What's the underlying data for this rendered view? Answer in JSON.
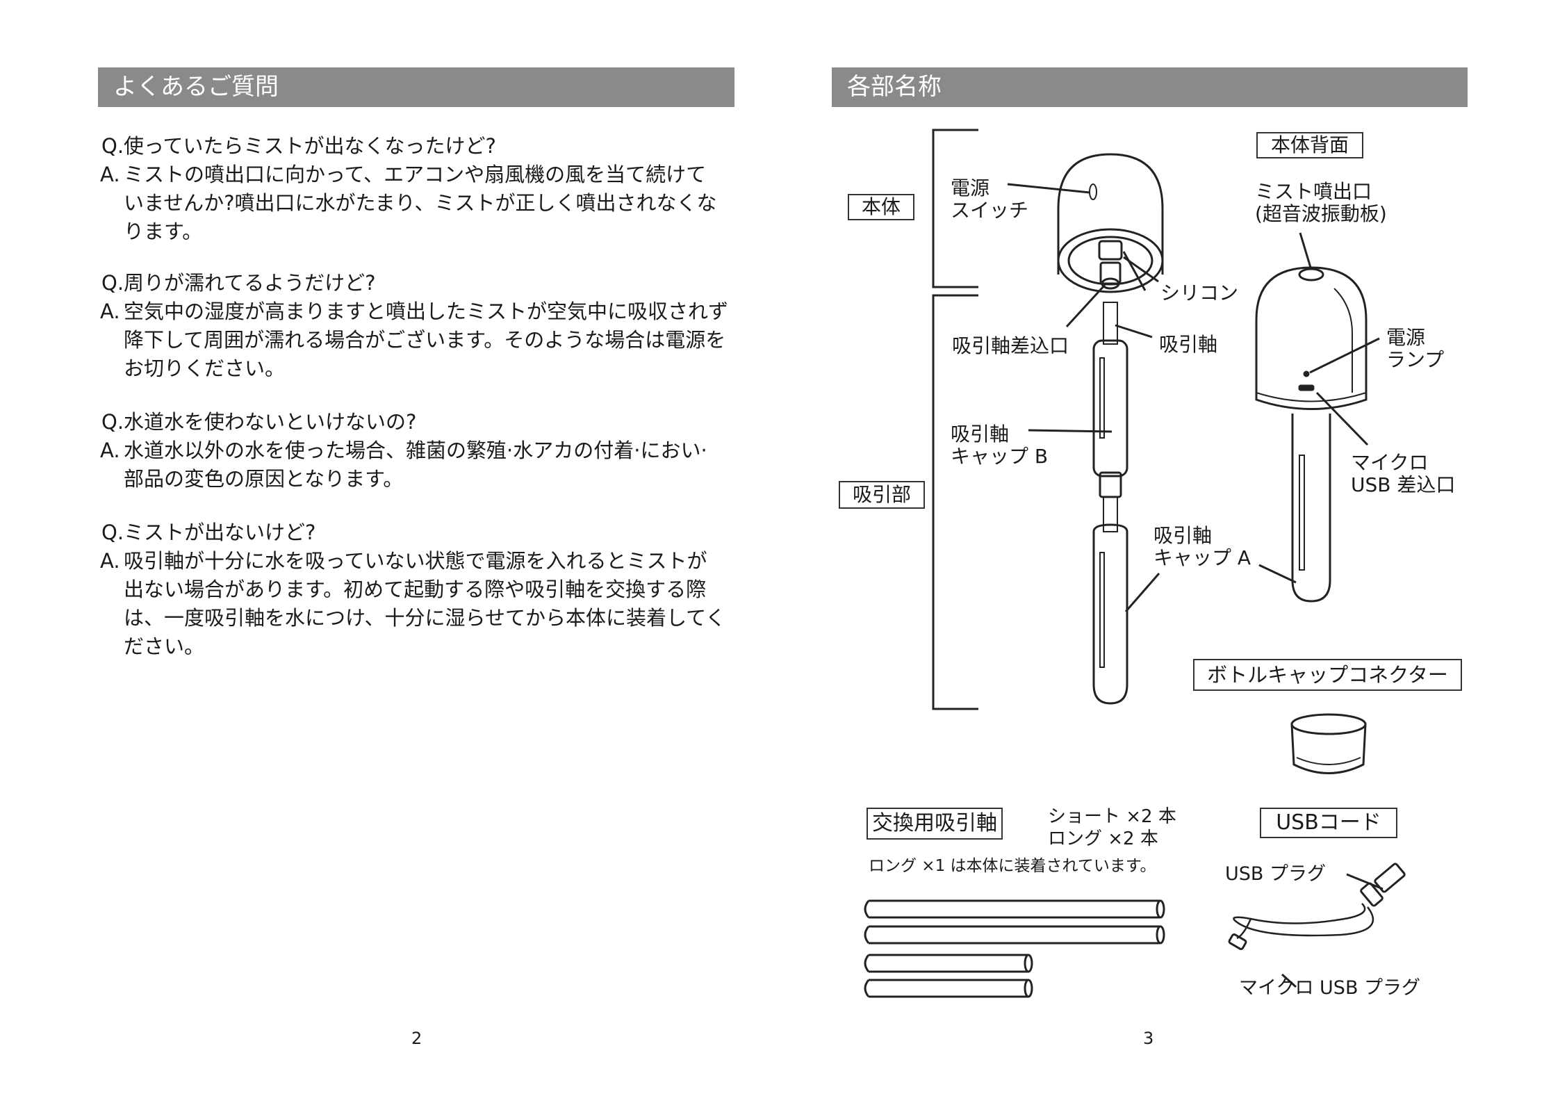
{
  "left_page": {
    "header": "よくあるご質問",
    "faqs": [
      {
        "q_mark": "Q.",
        "q": "使っていたらミストが出なくなったけど?",
        "a_mark": "A.",
        "a": [
          "ミストの噴出口に向かって、エアコンや扇風機の風を当て続けて",
          "いませんか?噴出口に水がたまり、ミストが正しく噴出されなくな",
          "ります。"
        ]
      },
      {
        "q_mark": "Q.",
        "q": "周りが濡れてるようだけど?",
        "a_mark": "A.",
        "a": [
          "空気中の湿度が高まりますと噴出したミストが空気中に吸収されず",
          "降下して周囲が濡れる場合がございます。そのような場合は電源を",
          "お切りください。"
        ]
      },
      {
        "q_mark": "Q.",
        "q": "水道水を使わないといけないの?",
        "a_mark": "A.",
        "a": [
          "水道水以外の水を使った場合、雑菌の繁殖·水アカの付着·におい·",
          "部品の変色の原因となります。"
        ]
      },
      {
        "q_mark": "Q.",
        "q": "ミストが出ないけど?",
        "a_mark": "A.",
        "a": [
          "吸引軸が十分に水を吸っていない状態で電源を入れるとミストが",
          "出ない場合があります。初めて起動する際や吸引軸を交換する際",
          "は、一度吸引軸を水につけ、十分に湿らせてから本体に装着してく",
          "ださい。"
        ]
      }
    ],
    "page_number": "2"
  },
  "right_page": {
    "header": "各部名称",
    "groups": {
      "body": "本体",
      "suction": "吸引部"
    },
    "labels": {
      "power_switch": [
        "電源",
        "スイッチ"
      ],
      "silicone": "シリコン",
      "shaft_inlet": "吸引軸差込口",
      "shaft": "吸引軸",
      "cap_b": [
        "吸引軸",
        "キャップ B"
      ],
      "cap_a": [
        "吸引軸",
        "キャップ A"
      ],
      "back_view": "本体背面",
      "mist_outlet": [
        "ミスト噴出口",
        "(超音波振動板)"
      ],
      "power_lamp": [
        "電源",
        "ランプ"
      ],
      "micro_usb_port": [
        "マイクロ",
        "USB 差込口"
      ],
      "bottle_cap_connector": "ボトルキャップコネクター",
      "replacement_shaft": "交換用吸引軸",
      "short_count": "ショート ×2 本",
      "long_count": "ロング ×2 本",
      "note": "ロング ×1 は本体に装着されています。",
      "usb_cord": "USBコード",
      "usb_plug": "USB プラグ",
      "micro_usb_plug": "マイクロ USB プラグ"
    },
    "page_number": "3"
  }
}
